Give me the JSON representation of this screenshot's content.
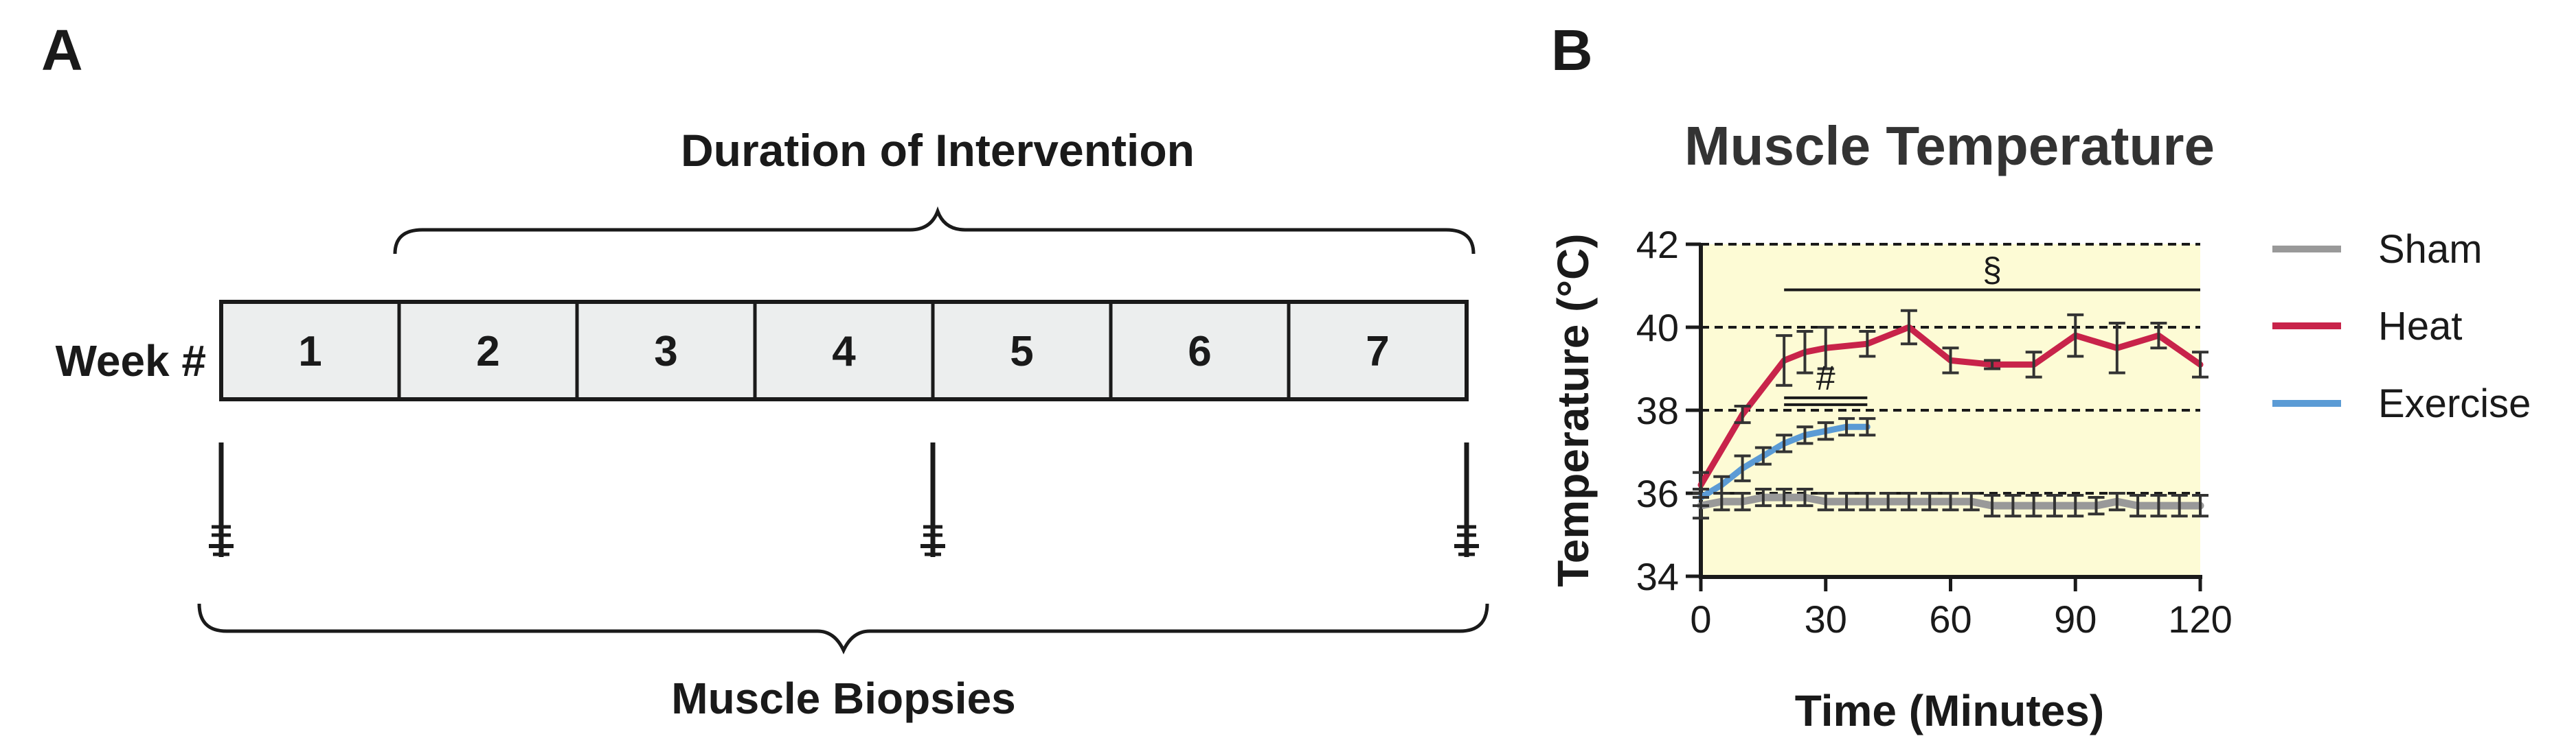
{
  "panel_a": {
    "label": "A",
    "title": "Duration of Intervention",
    "row_label": "Week #",
    "weeks": [
      "1",
      "2",
      "3",
      "4",
      "5",
      "6",
      "7"
    ],
    "bottom_label": "Muscle Biopsies",
    "biopsy_weeks": [
      0,
      4,
      7
    ]
  },
  "panel_b": {
    "label": "B"
  },
  "colors": {
    "sham": "#999999",
    "heat": "#c8234a",
    "exercise": "#5b9bd5",
    "plot_bg": "#fdfbd5",
    "box_fill": "#eceeee",
    "error_bar": "#333333"
  },
  "chart_data": {
    "type": "line",
    "title": "Muscle Temperature",
    "xlabel": "Time (Minutes)",
    "ylabel": "Temperature (°C)",
    "xlim": [
      0,
      120
    ],
    "ylim": [
      34,
      42
    ],
    "xticks": [
      "0",
      "30",
      "60",
      "90",
      "120"
    ],
    "yticks": [
      "34",
      "36",
      "38",
      "40",
      "42"
    ],
    "grid": "dashed horizontal at 36, 38, 40, 42",
    "legend_position": "right",
    "series": [
      {
        "name": "Sham",
        "x": [
          0,
          5,
          10,
          15,
          20,
          25,
          30,
          35,
          40,
          45,
          50,
          55,
          60,
          65,
          70,
          75,
          80,
          85,
          90,
          95,
          100,
          105,
          110,
          115,
          120
        ],
        "y": [
          35.7,
          35.8,
          35.8,
          35.9,
          35.9,
          35.9,
          35.8,
          35.8,
          35.8,
          35.8,
          35.8,
          35.8,
          35.8,
          35.8,
          35.7,
          35.7,
          35.7,
          35.7,
          35.7,
          35.7,
          35.8,
          35.7,
          35.7,
          35.7,
          35.7
        ],
        "err": [
          0.3,
          0.2,
          0.2,
          0.2,
          0.2,
          0.2,
          0.2,
          0.2,
          0.2,
          0.2,
          0.2,
          0.2,
          0.2,
          0.2,
          0.25,
          0.25,
          0.25,
          0.25,
          0.25,
          0.2,
          0.2,
          0.25,
          0.25,
          0.25,
          0.25
        ]
      },
      {
        "name": "Heat",
        "x": [
          0,
          10,
          20,
          25,
          30,
          40,
          50,
          60,
          70,
          80,
          90,
          100,
          110,
          120
        ],
        "y": [
          36.2,
          37.9,
          39.2,
          39.4,
          39.5,
          39.6,
          40.0,
          39.2,
          39.1,
          39.1,
          39.8,
          39.5,
          39.8,
          39.1
        ],
        "err": [
          0.3,
          0.2,
          0.6,
          0.5,
          0.5,
          0.3,
          0.4,
          0.3,
          0.1,
          0.3,
          0.5,
          0.6,
          0.3,
          0.3
        ]
      },
      {
        "name": "Exercise",
        "x": [
          0,
          5,
          10,
          15,
          20,
          25,
          30,
          35,
          40
        ],
        "y": [
          35.9,
          36.2,
          36.6,
          36.9,
          37.2,
          37.4,
          37.5,
          37.6,
          37.6
        ],
        "err": [
          0.2,
          0.2,
          0.3,
          0.2,
          0.2,
          0.2,
          0.2,
          0.2,
          0.2
        ]
      }
    ],
    "annotations": [
      {
        "text": "§",
        "x_start": 20,
        "x_end": 120,
        "y": 40.9
      },
      {
        "text": "#",
        "x_start": 20,
        "x_end": 40,
        "y": 38.3
      }
    ]
  }
}
